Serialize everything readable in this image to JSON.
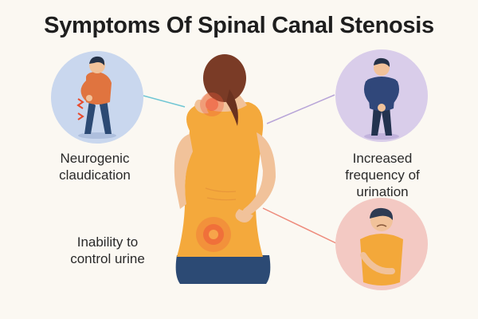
{
  "title": "Symptoms Of Spinal Canal Stenosis",
  "symptoms": [
    {
      "lines": [
        "Neurogenic",
        "claudication"
      ],
      "icon": "man-holding-legs-icon"
    },
    {
      "lines": [
        "Increased",
        "frequency of",
        "urination"
      ],
      "icon": "man-holding-groin-icon"
    },
    {
      "lines": [
        "Inability to",
        "control urine"
      ],
      "icon": "man-holding-abdomen-icon"
    }
  ],
  "colors": {
    "background": "#fbf8f2",
    "circle_blue": "#c9d7ee",
    "circle_purple": "#d9cdea",
    "circle_pink": "#f3c9c3",
    "top_orange": "#f4a93c",
    "pain_red": "#ef5a3a"
  }
}
